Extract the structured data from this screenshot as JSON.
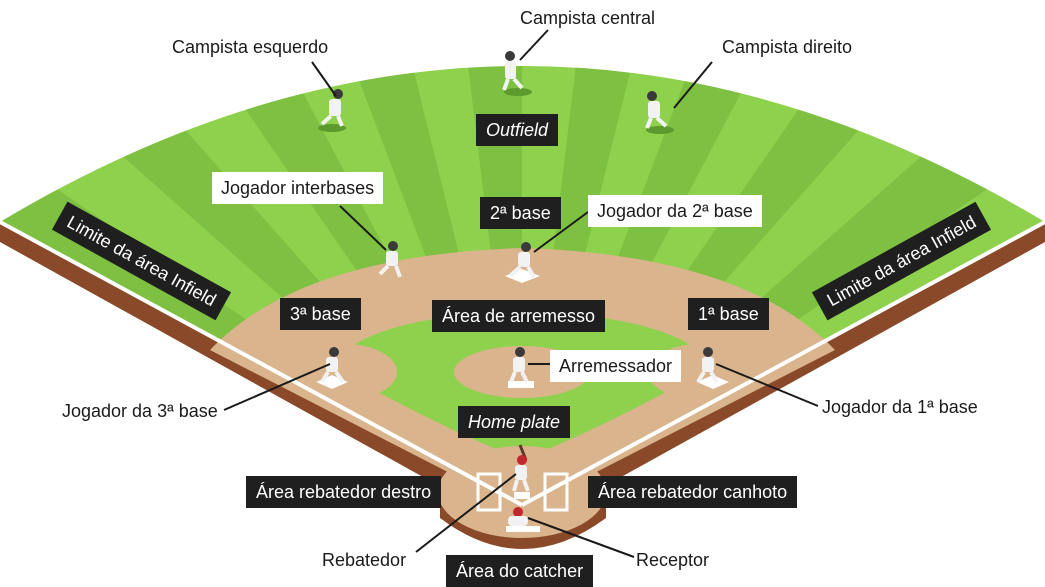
{
  "colors": {
    "grass_light": "#8ed14c",
    "grass_dark": "#6fb33a",
    "dirt": "#d9b48c",
    "soil_edge": "#8a4a2a",
    "line": "#ffffff",
    "label_dark": "#1f1f1f"
  },
  "labels": {
    "center_fielder": "Campista central",
    "left_fielder": "Campista esquerdo",
    "right_fielder": "Campista direito",
    "outfield": "Outfield",
    "shortstop": "Jogador interbases",
    "second_base": "2ª base",
    "second_baseman": "Jogador da 2ª base",
    "infield_limit_left": "Limite da área Infield",
    "infield_limit_right": "Limite da área Infield",
    "third_base": "3ª base",
    "pitching_area": "Área de arremesso",
    "first_base": "1ª base",
    "pitcher": "Arremessador",
    "third_baseman": "Jogador da 3ª base",
    "first_baseman": "Jogador da 1ª base",
    "home_plate": "Home plate",
    "right_batter_box": "Área rebatedor destro",
    "left_batter_box": "Área rebatedor canhoto",
    "batter": "Rebatedor",
    "catcher": "Receptor",
    "catcher_area": "Área do catcher"
  }
}
